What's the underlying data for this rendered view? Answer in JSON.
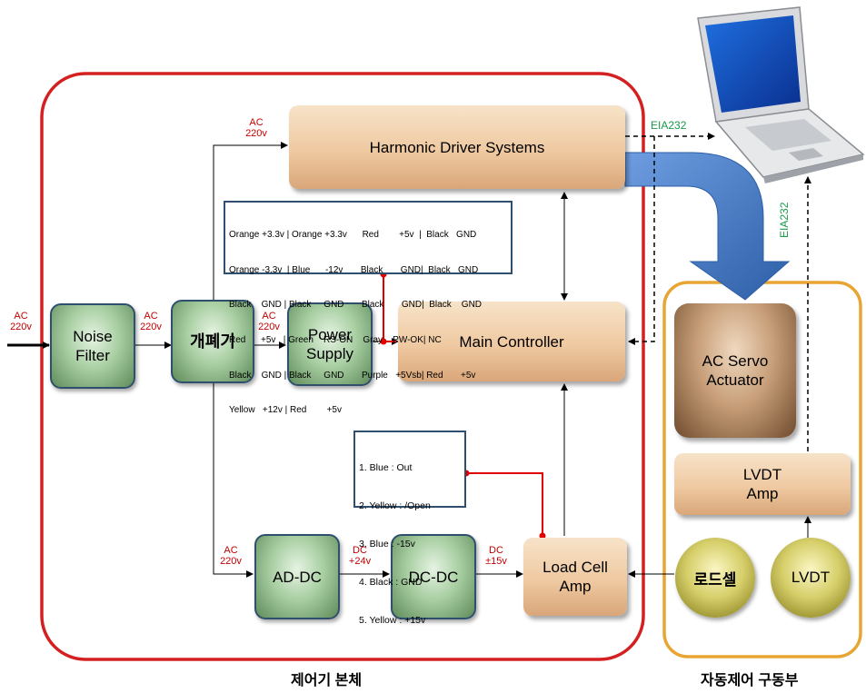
{
  "blocks": {
    "noise_filter": "Noise\nFilter",
    "switch": "개폐기",
    "power_supply": "Power\nSupply",
    "harmonic": "Harmonic Driver Systems",
    "main_controller": "Main Controller",
    "ad_dc": "AD-DC",
    "dc_dc": "DC-DC",
    "load_cell_amp": "Load Cell\nAmp",
    "ac_servo": "AC Servo\nActuator",
    "lvdt_amp": "LVDT\nAmp",
    "loadcell": "로드셀",
    "lvdt": "LVDT"
  },
  "signal_labels": {
    "ac_in": "AC\n220v",
    "ac_nf_out": "AC\n220v",
    "ac_ps_in": "AC\n220v",
    "ac_harmonic": "AC\n220v",
    "ac_addc": "AC\n220v",
    "dc_24": "DC\n+24v",
    "dc_15": "DC\n±15v"
  },
  "eia_labels": {
    "top": "EIA232",
    "vertical": "EIA232"
  },
  "power_pinout": [
    "Orange +3.3v | Orange +3.3v      Red        +5v  |  Black   GND",
    "Orange -3.3v  | Blue      -12v       Black       GND|  Black   GND",
    "Black    GND | Black     GND       Black       GND|  Black    GND",
    "Red      +5v   | Green    RS-ON    Gray    PW-OK| NC",
    "Black    GND | Black     GND       Purple   +5Vsb| Red       +5v",
    "Yellow   +12v | Red        +5v"
  ],
  "loadcell_pinout": [
    "1. Blue : Out",
    "2. Yellow : /Open",
    "3. Blue : -15v",
    "4. Black : GND",
    "5. Yellow : +15v"
  ],
  "captions": {
    "controller_body": "제어기 본체",
    "drive_unit": "자동제어 구동부"
  },
  "colors": {
    "enclosure_red": "#d42020",
    "enclosure_orange": "#e8a533",
    "signal_red": "#e00000",
    "arrow_blue": "#4a7fc4"
  },
  "icons": [
    "laptop-icon"
  ]
}
